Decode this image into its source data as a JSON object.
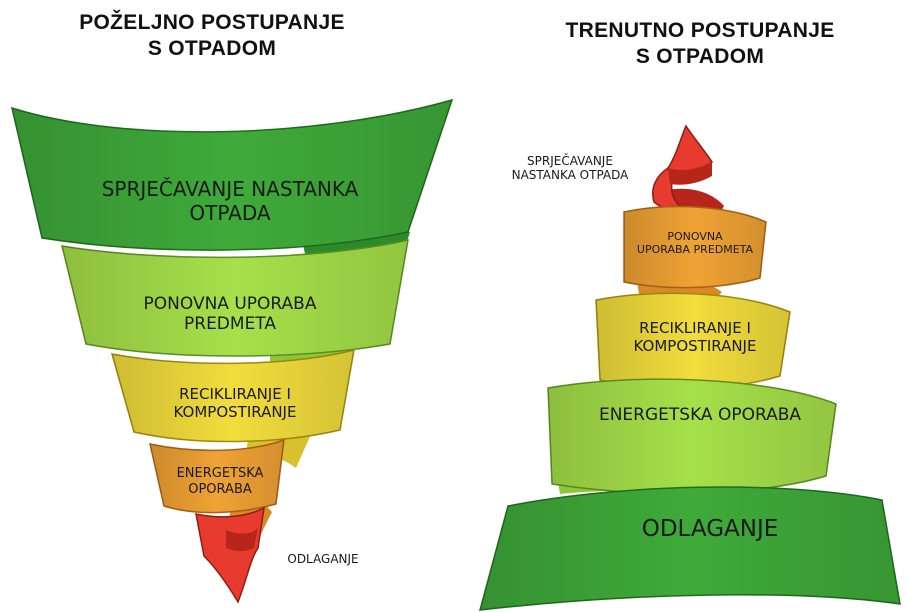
{
  "left": {
    "title_lines": [
      "POŽELJNO POSTUPANJE",
      "S OTPADOM"
    ],
    "tiers": [
      {
        "lines": [
          "SPRJEČAVANJE NASTANKA",
          "OTPADA"
        ],
        "color": "#3faa3a"
      },
      {
        "lines": [
          "PONOVNA UPORABA",
          "PREDMETA"
        ],
        "color": "#a6e04a"
      },
      {
        "lines": [
          "RECIKLIRANJE I",
          "KOMPOSTIRANJE"
        ],
        "color": "#f2dd3c"
      },
      {
        "lines": [
          "ENERGETSKA",
          "OPORABA"
        ],
        "color": "#f0a234"
      },
      {
        "lines": [
          "ODLAGANJE"
        ],
        "color": "#e63b2e"
      }
    ]
  },
  "right": {
    "title_lines": [
      "TRENUTNO POSTUPANJE",
      "S OTPADOM"
    ],
    "tiers": [
      {
        "lines": [
          "SPRJEČAVANJE",
          "NASTANKA OTPADA"
        ],
        "color": "#e63b2e"
      },
      {
        "lines": [
          "PONOVNA",
          "UPORABA PREDMETA"
        ],
        "color": "#f0a234"
      },
      {
        "lines": [
          "RECIKLIRANJE I",
          "KOMPOSTIRANJE"
        ],
        "color": "#f2dd3c"
      },
      {
        "lines": [
          "ENERGETSKA OPORABA"
        ],
        "color": "#a6e04a"
      },
      {
        "lines": [
          "ODLAGANJE"
        ],
        "color": "#3faa3a"
      }
    ]
  }
}
